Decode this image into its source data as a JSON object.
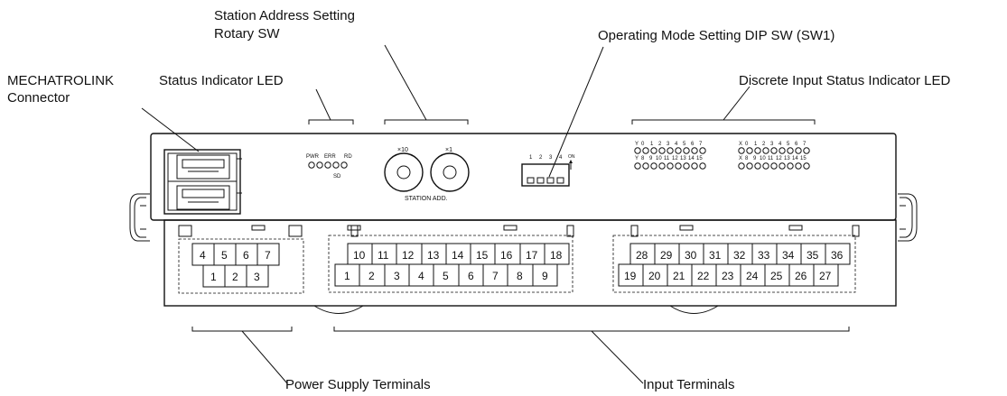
{
  "callouts": {
    "station_address_line1": "Station Address Setting",
    "station_address_line2": "Rotary SW",
    "operating_mode": "Operating Mode Setting DIP SW (SW1)",
    "mechatrolink_line1": "MECHATROLINK",
    "mechatrolink_line2": "Connector",
    "status_led": "Status Indicator LED",
    "discrete_input_led": "Discrete Input Status Indicator LED",
    "power_supply_terminals": "Power Supply Terminals",
    "input_terminals": "Input Terminals"
  },
  "leds": {
    "pwr": "PWR",
    "err": "ERR",
    "rd": "RD",
    "sd": "SD"
  },
  "rotary": {
    "x10": "×10",
    "x1": "×1",
    "station_add": "STATION ADD."
  },
  "dip": {
    "positions": [
      "1",
      "2",
      "3",
      "4"
    ],
    "on": "ON"
  },
  "input_led_groups": [
    {
      "top_prefix": "Y",
      "bottom_prefix": "Y",
      "top": [
        "0",
        "1",
        "2",
        "3",
        "4",
        "5",
        "6",
        "7"
      ],
      "bottom": [
        "8",
        "9",
        "10",
        "11",
        "12",
        "13",
        "14",
        "15"
      ]
    },
    {
      "top_prefix": "X",
      "bottom_prefix": "X",
      "top": [
        "0",
        "1",
        "2",
        "3",
        "4",
        "5",
        "6",
        "7"
      ],
      "bottom": [
        "8",
        "9",
        "10",
        "11",
        "12",
        "13",
        "14",
        "15"
      ]
    }
  ],
  "terminals": {
    "power_top": [
      "4",
      "5",
      "6",
      "7"
    ],
    "power_bottom": [
      "1",
      "2",
      "3"
    ],
    "input1_top": [
      "10",
      "11",
      "12",
      "13",
      "14",
      "15",
      "16",
      "17",
      "18"
    ],
    "input1_bottom": [
      "1",
      "2",
      "3",
      "4",
      "5",
      "6",
      "7",
      "8",
      "9"
    ],
    "input2_top": [
      "28",
      "29",
      "30",
      "31",
      "32",
      "33",
      "34",
      "35",
      "36"
    ],
    "input2_bottom": [
      "19",
      "20",
      "21",
      "22",
      "23",
      "24",
      "25",
      "26",
      "27"
    ]
  }
}
